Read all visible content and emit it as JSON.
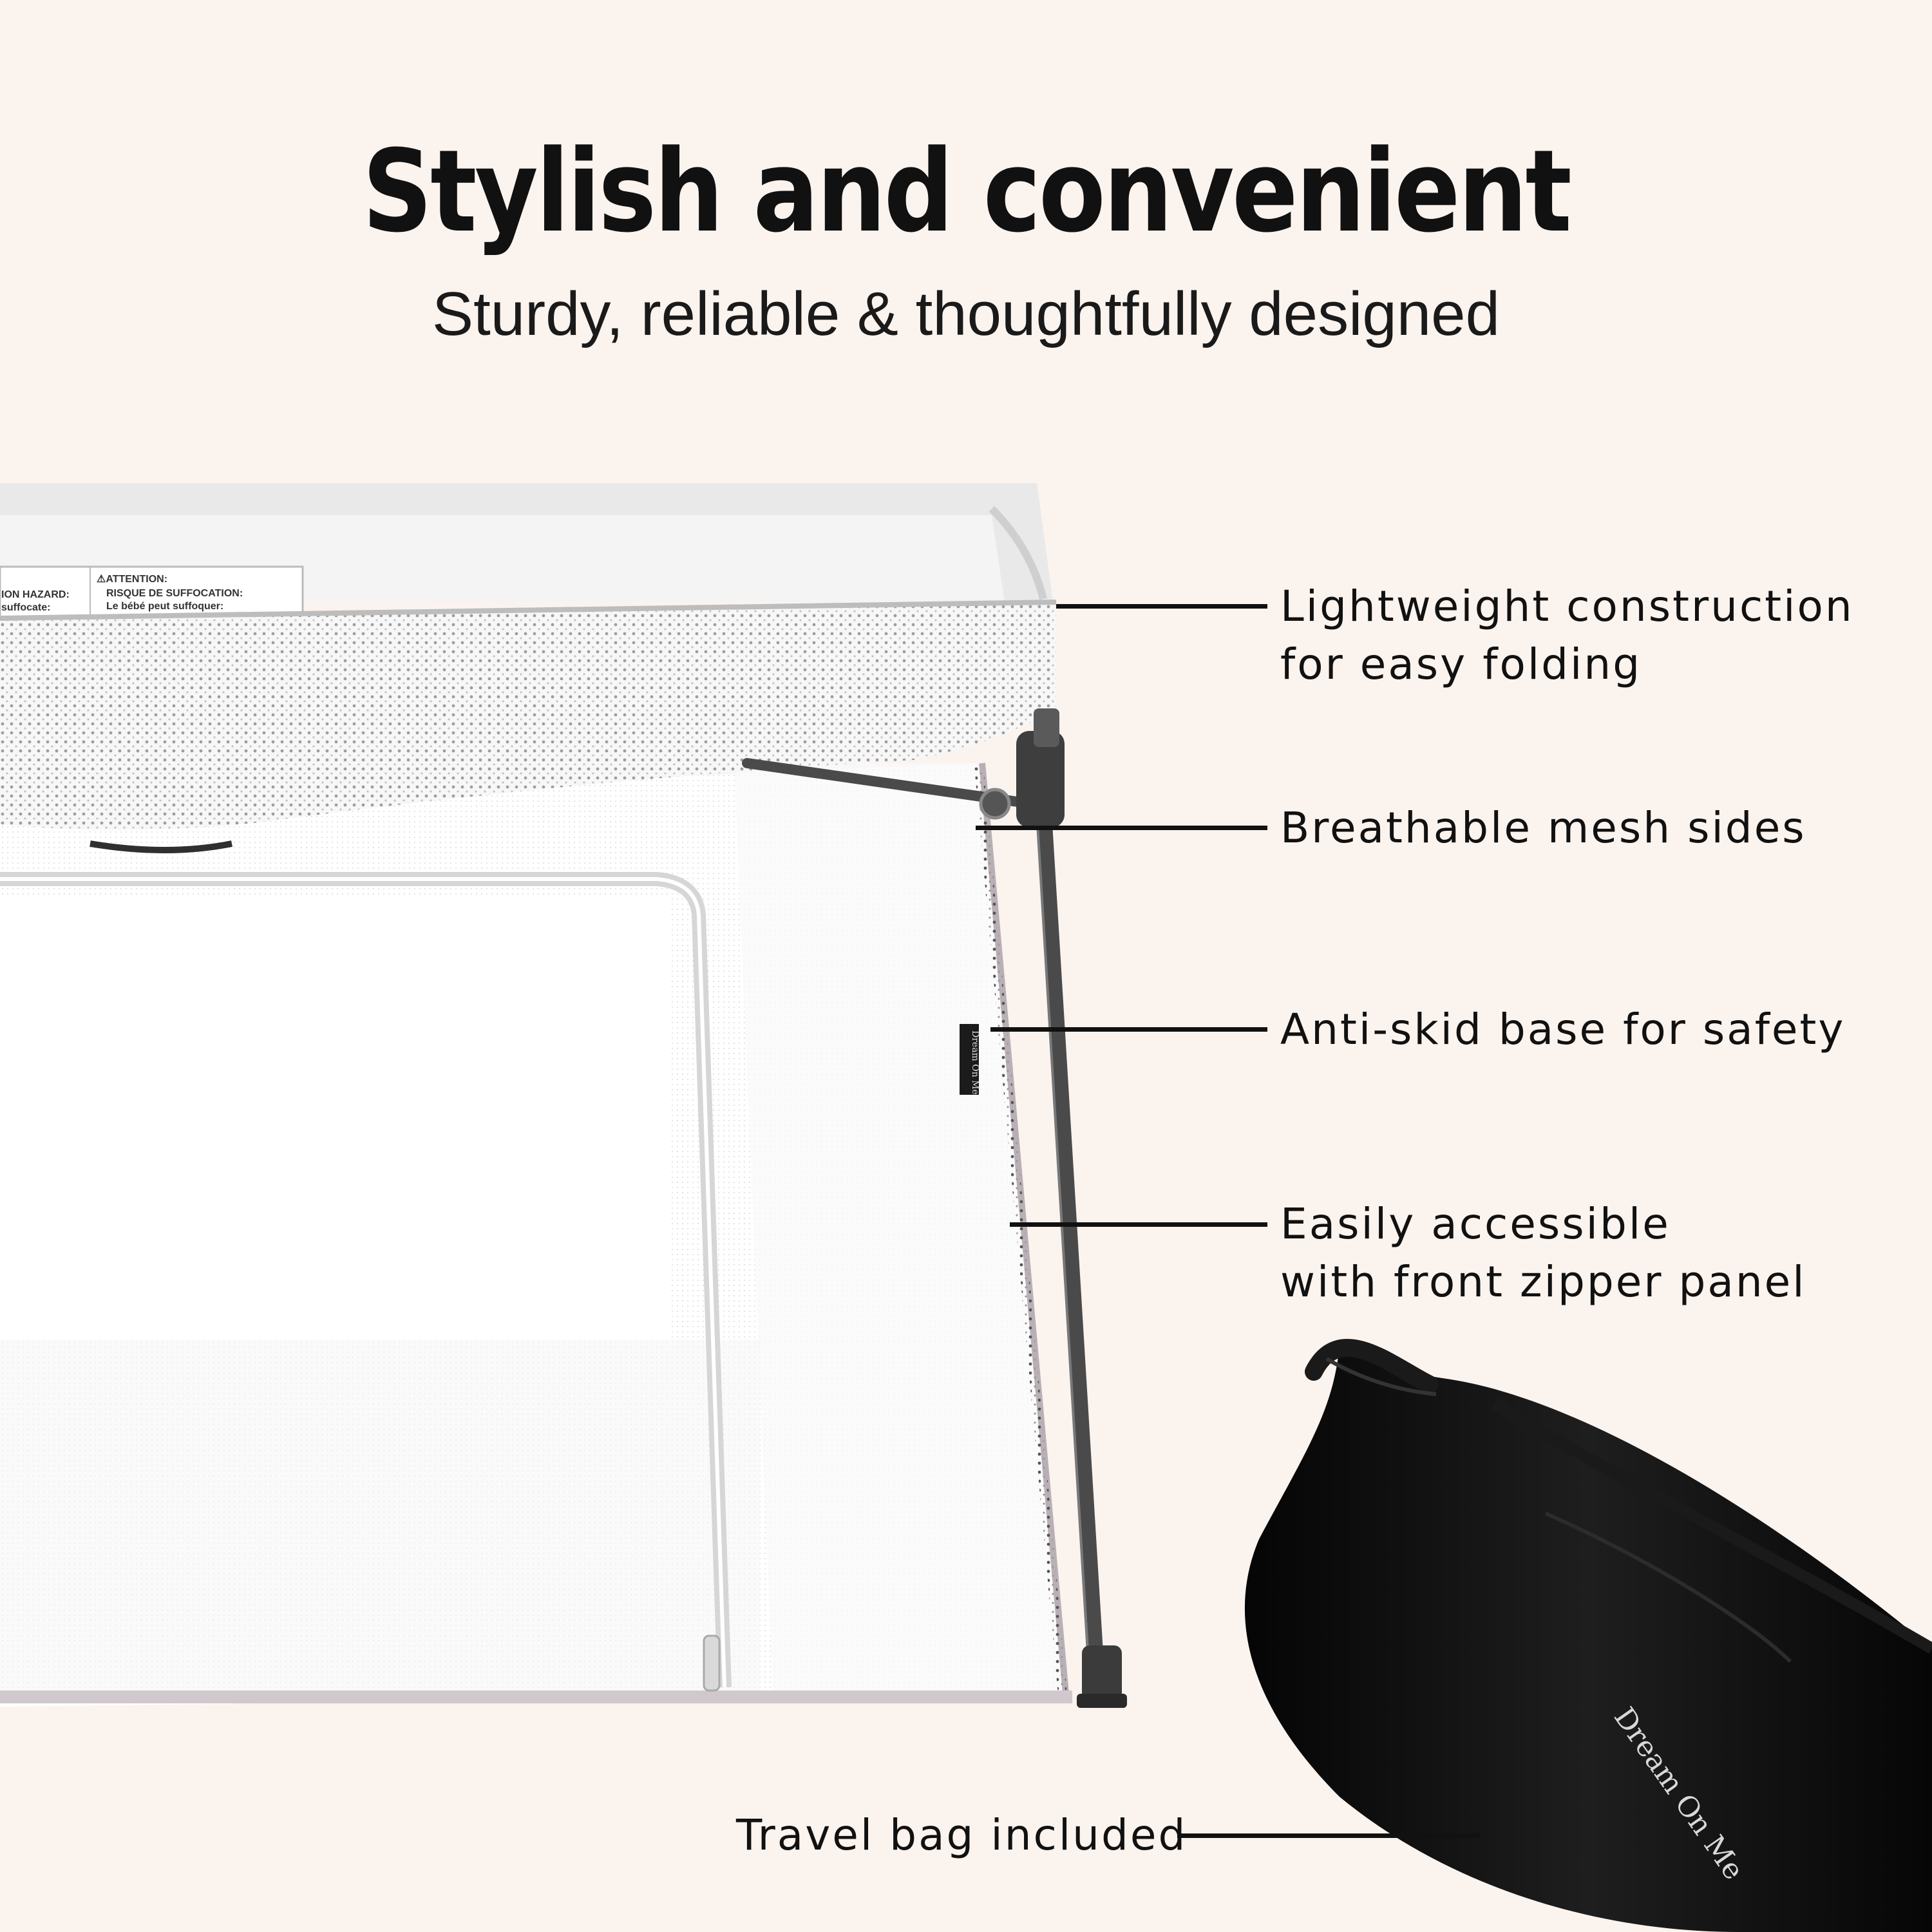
{
  "header": {
    "title": "Stylish and convenient",
    "subtitle": "Sturdy, reliable & thoughtfully designed"
  },
  "features": [
    {
      "line1": "Lightweight construction",
      "line2": "for easy folding"
    },
    {
      "line1": "Breathable mesh sides"
    },
    {
      "line1": "Anti-skid base for safety"
    },
    {
      "line1": "Easily accessible",
      "line2": "with front zipper panel"
    },
    {
      "line1": "Travel bag included"
    }
  ],
  "product": {
    "brand": "Dream On Me",
    "warning_label": {
      "left_heading": "ION HAZARD:",
      "left_sub": "suffocate:",
      "right_heading": "⚠ATTENTION:",
      "right_sub1": "RISQUE DE SUFFOCATION:",
      "right_sub2": "Le bébé peut suffoquer:"
    }
  },
  "colors": {
    "background": "#fbf3ee",
    "text": "#111111",
    "frame": "#4a4a4a",
    "bag": "#0d0d0d"
  }
}
